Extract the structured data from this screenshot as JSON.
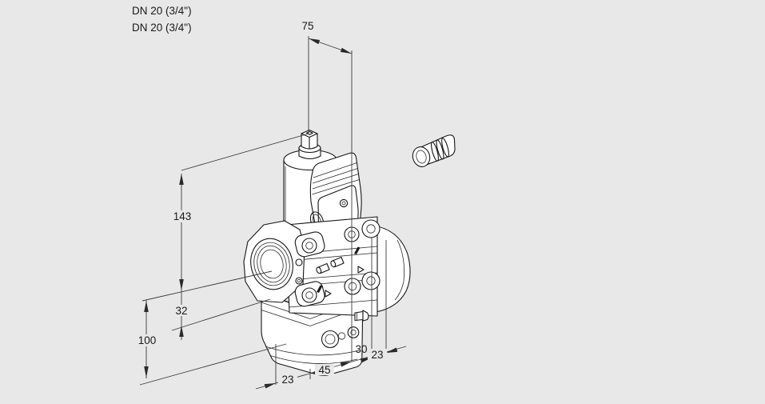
{
  "diagram": {
    "title_semantic": "valve-dimension-drawing",
    "port_labels": [
      "DN 20 (3/4\")",
      "DN 20 (3/4\")"
    ],
    "dimensions": {
      "top_width": "75",
      "upper_height": "143",
      "mid_height": "32",
      "lower_height": "100",
      "bottom_left_depth": "23",
      "bottom_front_width": "45",
      "bottom_right_offset": "30",
      "bottom_right_depth": "23"
    },
    "colors": {
      "background": "#e8e8e8",
      "outline": "#161616",
      "dimension_lines": "#3c3c3c",
      "text": "#1a1a1a"
    }
  }
}
